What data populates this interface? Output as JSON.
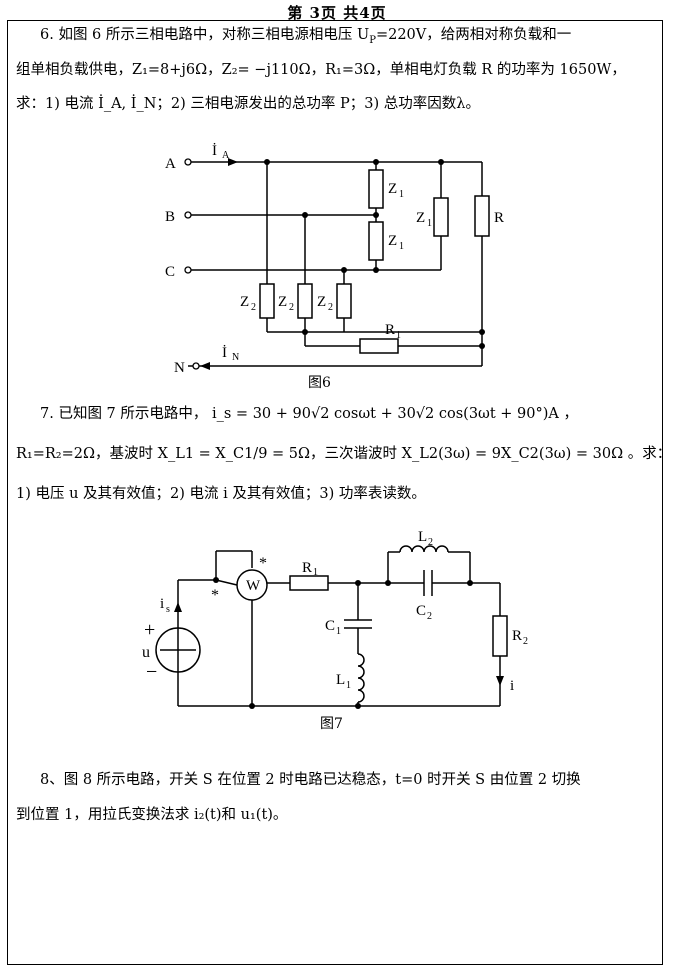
{
  "header": {
    "text": "第 3页  共4页"
  },
  "q6": {
    "line1": "6. 如图 6 所示三相电路中，对称三相电源相电压 U",
    "line1_sub": "P",
    "line1_tail": "=220V，给两相对称负载和一",
    "line2": "组单相负载供电，Z₁=8+j6Ω，Z₂= −j110Ω，R₁=3Ω，单相电灯负载 R 的功率为 1650W，",
    "line3": "求：1) 电流 İ_A, İ_N；2) 三相电源发出的总功率 P；3) 总功率因数λ。",
    "figure": {
      "caption": "图6",
      "node_A": "A",
      "node_B": "B",
      "node_C": "C",
      "node_N": "N",
      "current_A": "İ",
      "current_A_sub": "A",
      "current_N": "İ",
      "current_N_sub": "N",
      "z1_label": "Z",
      "z1_sub": "1",
      "z2_label": "Z",
      "z2_sub": "2",
      "r_label": "R",
      "r1_label": "R",
      "r1_sub": "1"
    }
  },
  "q7": {
    "line1": "7. 已知图 7 所示电路中，  i_s = 30 + 90√2 cosωt + 30√2 cos(3ωt + 90°)A ，",
    "line2": "R₁=R₂=2Ω，基波时 X_L1 = X_C1/9 = 5Ω，三次谐波时 X_L2(3ω) = 9X_C2(3ω) = 30Ω 。求：",
    "line3": "1) 电压 u 及其有效值；2) 电流 i 及其有效值；3) 功率表读数。",
    "figure": {
      "caption": "图7",
      "wattmeter": "W",
      "star": "*",
      "is_label": "i",
      "is_sub": "s",
      "u_label": "u",
      "plus": "+",
      "minus": "−",
      "r1": "R",
      "r1_sub": "1",
      "c1": "C",
      "c1_sub": "1",
      "l1": "L",
      "l1_sub": "1",
      "l2": "L",
      "l2_sub": "2",
      "c2": "C",
      "c2_sub": "2",
      "r2": "R",
      "r2_sub": "2",
      "i_label": "i"
    }
  },
  "q8": {
    "line1": "8、图 8 所示电路，开关 S 在位置 2 时电路已达稳态，t=0 时开关 S 由位置 2 切换",
    "line2": "到位置 1，用拉氏变换法求 i₂(t)和 u₁(t)。"
  }
}
